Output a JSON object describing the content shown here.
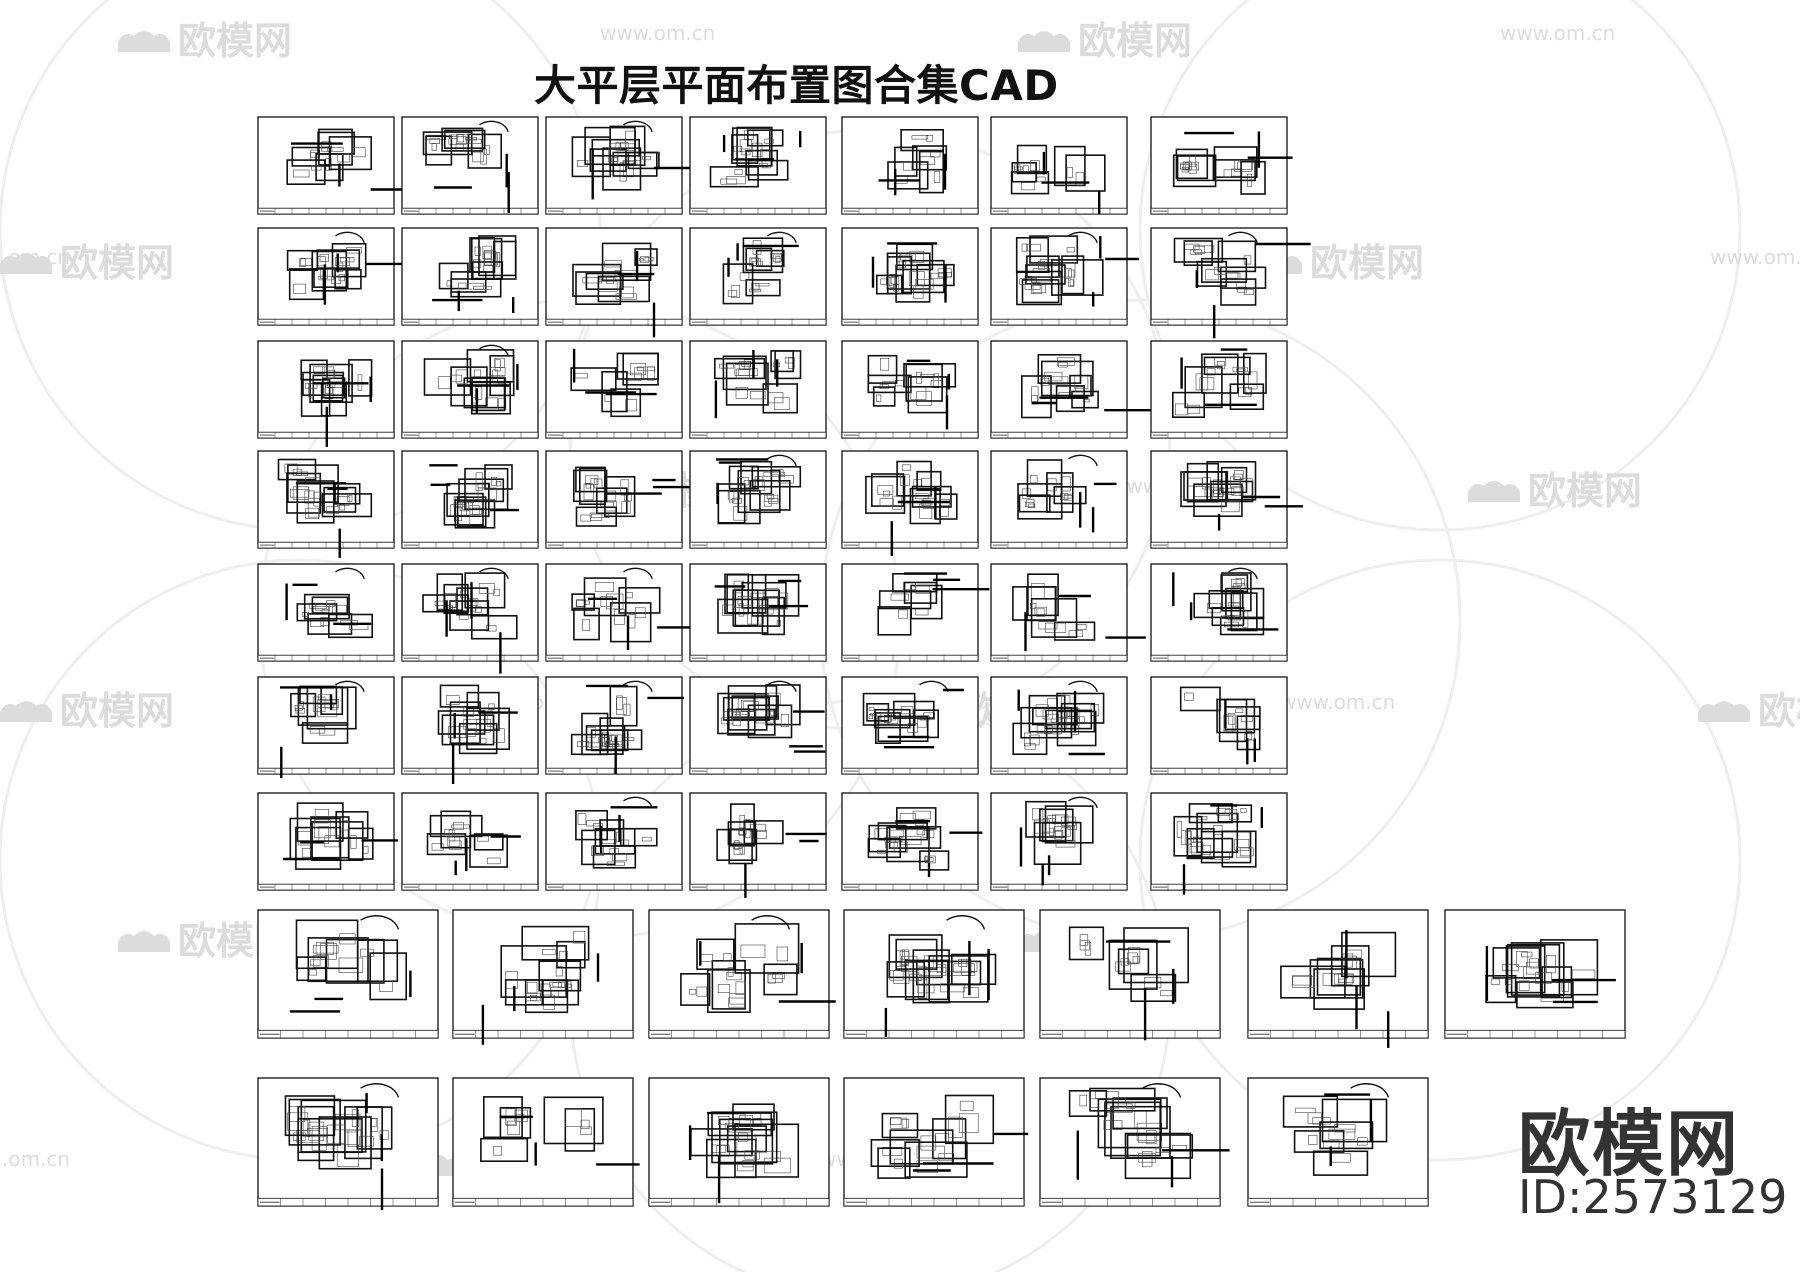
{
  "title": "大平层平面布置图合集CAD",
  "brand": {
    "logo_text": "欧模网",
    "id_text": "ID:2573129"
  },
  "watermark": {
    "brand": "欧模网",
    "url": "www.om.cn",
    "url_partial": ".om.cn",
    "color": "#dcdcdc"
  },
  "sheet_grid": {
    "rows": [
      7,
      7,
      7,
      7,
      7,
      7,
      7,
      7,
      6
    ],
    "sheet_type": "CAD floor plan layout sheet with title block"
  }
}
